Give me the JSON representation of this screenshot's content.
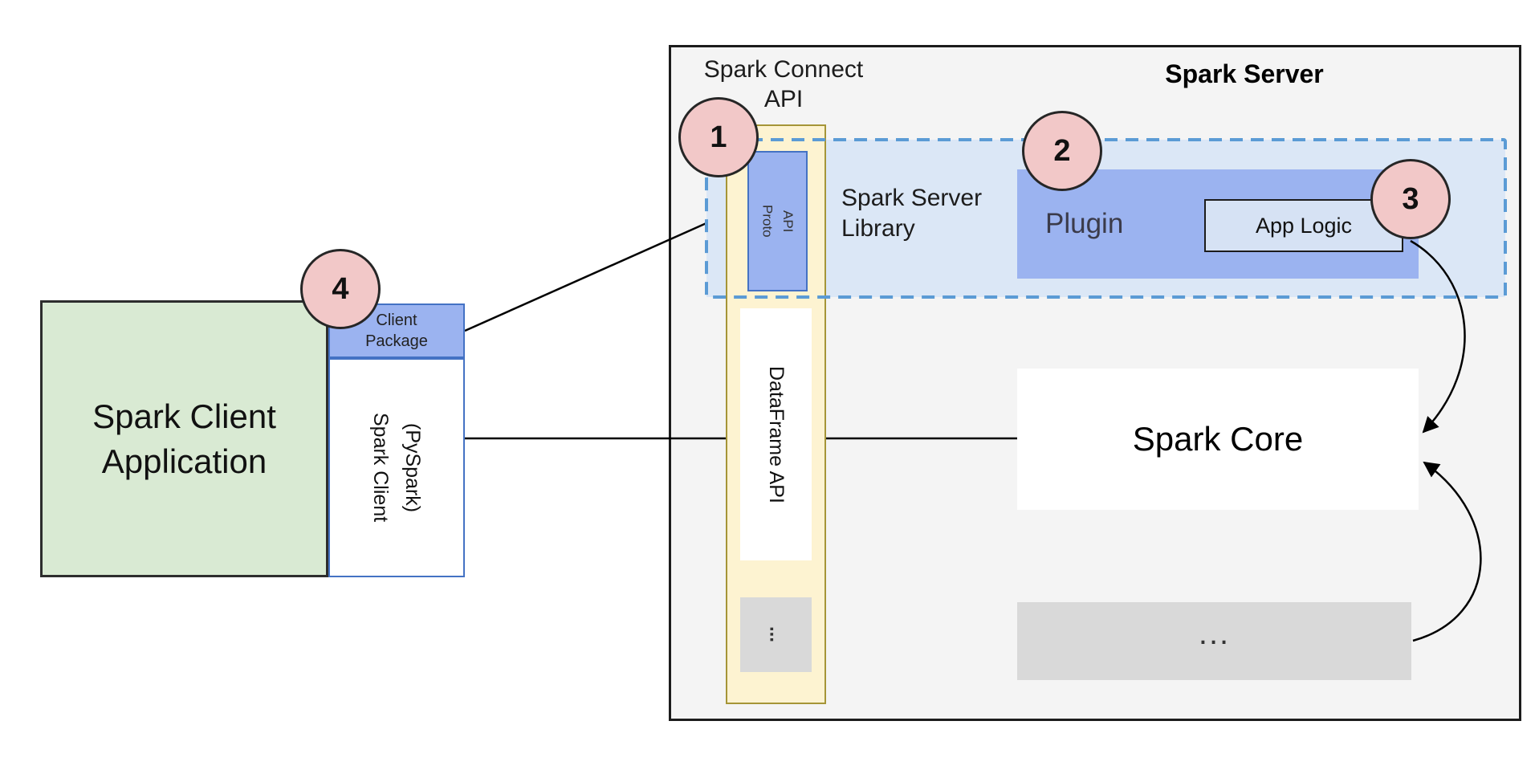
{
  "colors": {
    "accent_blue": "#9bb3f0",
    "library_fill_blue": "#dbe7f6",
    "dashed_border_blue": "#5b9bd5",
    "yellow_fill": "#fdf3d1",
    "yellow_border": "#a59537",
    "green_fill": "#d9ead3",
    "gray_fill": "#d9d9d9",
    "badge_pink": "#f2c8c8",
    "server_background": "#f4f4f4",
    "app_logic_fill": "#d6e2f4"
  },
  "client": {
    "application_label": "Spark Client Application",
    "package_label": "Client Package",
    "client_label": "Spark Client (PySpark)"
  },
  "server": {
    "title": "Spark Server",
    "connect_api_label": "Spark Connect API",
    "proto_api_label": "Proto API",
    "dataframe_api_label": "DataFrame API",
    "api_ellipsis": "...",
    "library_label": "Spark Server Library",
    "plugin_label": "Plugin",
    "app_logic_label": "App Logic",
    "core_label": "Spark Core",
    "core_ellipsis": "..."
  },
  "badges": [
    "1",
    "2",
    "3",
    "4"
  ]
}
